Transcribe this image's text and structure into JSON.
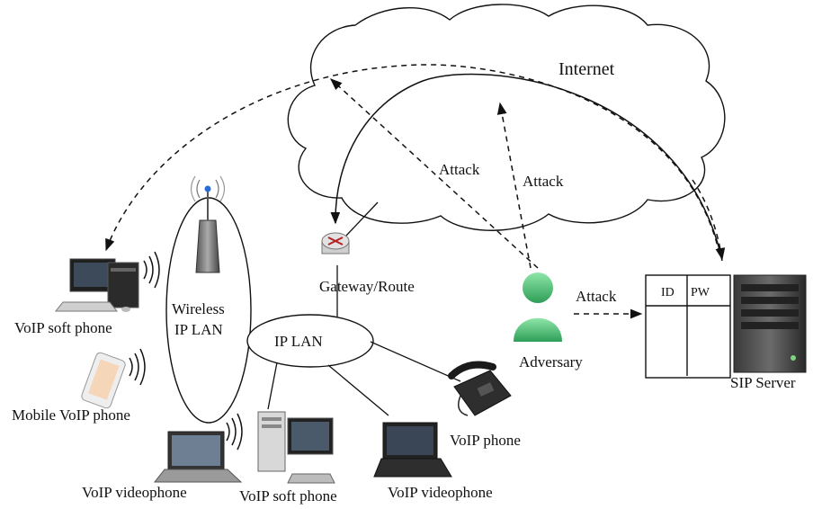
{
  "network": {
    "internet": "Internet",
    "gateway": "Gateway/Route",
    "ip_lan": "IP LAN",
    "wireless_line1": "Wireless",
    "wireless_line2": "IP LAN"
  },
  "devices": {
    "voip_soft_phone_left": "VoIP soft phone",
    "mobile_voip_phone": "Mobile VoIP phone",
    "voip_videophone_left": "VoIP videophone",
    "voip_soft_phone_bottom": "VoIP soft phone",
    "voip_videophone_bottom": "VoIP videophone",
    "voip_phone": "VoIP phone"
  },
  "attack": {
    "attack_1": "Attack",
    "attack_2": "Attack",
    "attack_3": "Attack",
    "adversary": "Adversary"
  },
  "server": {
    "label": "SIP Server",
    "col_id": "ID",
    "col_pw": "PW"
  },
  "colors": {
    "adversary": "#3cb371",
    "line": "#111111",
    "router": "#b22222"
  },
  "icons": [
    "desktop-computer-icon",
    "mobile-phone-icon",
    "laptop-icon",
    "wireless-access-point-icon",
    "router-icon",
    "desk-phone-icon",
    "server-tower-icon",
    "user-icon"
  ]
}
